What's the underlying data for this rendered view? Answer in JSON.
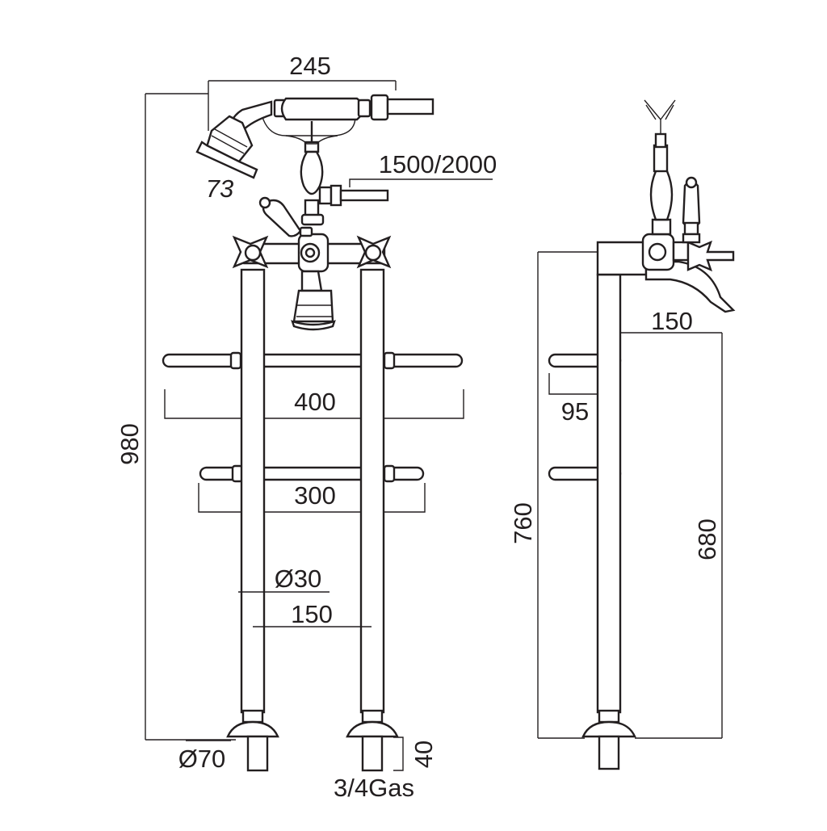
{
  "dimensions": {
    "front": {
      "overall_width": "245",
      "shower_head": "73",
      "hose_length": "1500/2000",
      "overall_height": "980",
      "upper_rail_width": "400",
      "lower_rail_width": "300",
      "pipe_diameter": "Ø30",
      "centres": "150",
      "flange_diameter": "Ø70",
      "tail_length": "40",
      "connection": "3/4Gas"
    },
    "side": {
      "spout_reach": "150",
      "rail_projection": "95",
      "spout_height": "760",
      "rail_height": "680"
    }
  },
  "colors": {
    "line": "#231f20",
    "background": "#ffffff"
  }
}
